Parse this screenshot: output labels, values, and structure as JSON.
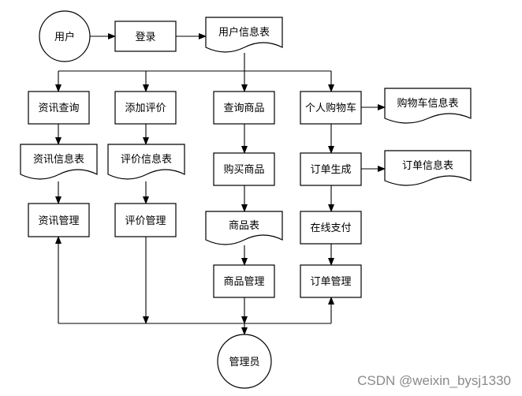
{
  "user": "用户",
  "login": "登录",
  "user_info_table": "用户信息表",
  "news_query": "资讯查询",
  "add_review": "添加评价",
  "query_product": "查询商品",
  "personal_cart": "个人购物车",
  "cart_info_table": "购物车信息表",
  "news_info_table": "资讯信息表",
  "review_info_table": "评价信息表",
  "buy_product": "购买商品",
  "order_generate": "订单生成",
  "order_info_table": "订单信息表",
  "news_manage": "资讯管理",
  "review_manage": "评价管理",
  "product_table": "商品表",
  "online_pay": "在线支付",
  "product_manage": "商品管理",
  "order_manage": "订单管理",
  "admin": "管理员",
  "watermark": "CSDN @weixin_bysj1330"
}
